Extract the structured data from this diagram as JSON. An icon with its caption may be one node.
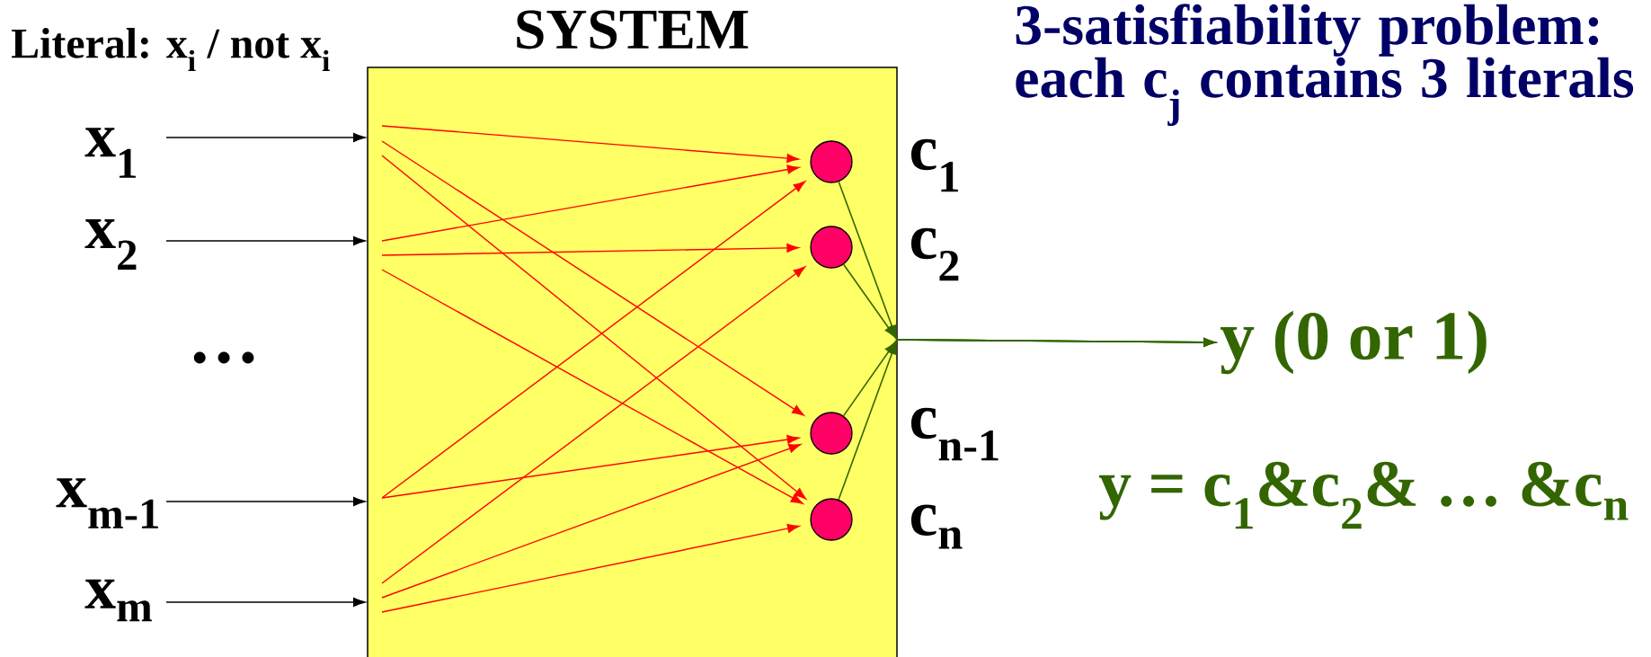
{
  "diagram": {
    "nodes": [
      {
        "text": [
          "SYSTEM"
        ]
      },
      {
        "text": [
          "x$_{1}$"
        ]
      },
      {
        "text": [
          "x$_{2}$"
        ]
      },
      {
        "text": [
          "x$_{m-1}$"
        ]
      },
      {
        "text": [
          "x$_{m}$"
        ]
      },
      {
        "text": [],
        "shape": "circle",
        "in": 0,
        "beside": [
          "c$_{1}$"
        ]
      },
      {
        "text": [],
        "shape": "circle",
        "in": 0,
        "beside": [
          "c$_{2}$"
        ]
      },
      {
        "text": [],
        "shape": "circle",
        "in": 0,
        "beside": [
          "c$_{n-1}$"
        ]
      },
      {
        "text": [],
        "shape": "circle",
        "in": 0,
        "beside": [
          "c$_{n}$"
        ]
      },
      {
        "text": [
          "y (0 or 1)"
        ]
      }
    ],
    "edges": [
      {
        "from": 1,
        "to": 0,
        "arrow": "to",
        "color": "#000000"
      },
      {
        "from": 2,
        "to": 0,
        "arrow": "to",
        "color": "#000000"
      },
      {
        "from": 3,
        "to": 0,
        "arrow": "to",
        "color": "#000000"
      },
      {
        "from": 4,
        "to": 0,
        "arrow": "to",
        "color": "#000000"
      },
      {
        "from": null,
        "to": 5,
        "arrow": "to"
      },
      {
        "from": null,
        "to": 7,
        "arrow": "to"
      },
      {
        "from": null,
        "to": 8,
        "arrow": "to"
      },
      {
        "from": null,
        "to": 5,
        "arrow": "to"
      },
      {
        "from": null,
        "to": 6,
        "arrow": "to"
      },
      {
        "from": null,
        "to": 8,
        "arrow": "to"
      },
      {
        "from": null,
        "to": 5,
        "arrow": "to"
      },
      {
        "from": null,
        "to": 7,
        "arrow": "to"
      },
      {
        "from": null,
        "to": 6,
        "arrow": "to"
      },
      {
        "from": null,
        "to": 7,
        "arrow": "to"
      },
      {
        "from": null,
        "to": 8,
        "arrow": "to"
      },
      {
        "from": 5,
        "to": 9,
        "arrow": "to",
        "color": "#336600"
      },
      {
        "from": 6,
        "to": 9,
        "arrow": "to",
        "color": "#336600"
      },
      {
        "from": 7,
        "to": 9,
        "arrow": "to",
        "color": "#336600"
      },
      {
        "from": 8,
        "to": 9,
        "arrow": "to",
        "color": "#336600"
      }
    ],
    "labels": [
      "Literal: x$_{i}$ / not x$_{i}$",
      "3-satisfiability problem: each c$_{j}$ contains 3 literals",
      "…",
      "y = c$_{1}$&c$_{2}$& … &c$_{n}$"
    ]
  }
}
